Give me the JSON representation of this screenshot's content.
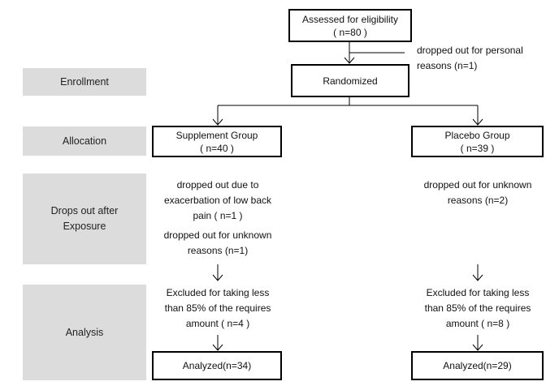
{
  "stages": {
    "enrollment": "Enrollment",
    "allocation": "Allocation",
    "drops_line1": "Drops out after",
    "drops_line2": "Exposure",
    "analysis": "Analysis"
  },
  "assessed": {
    "line1": "Assessed for eligibility",
    "line2": "( n=80 )"
  },
  "personal_dropout": {
    "line1": "dropped out  for personal",
    "line2": "reasons (n=1)"
  },
  "randomized": "Randomized",
  "supplement": {
    "title": "Supplement Group",
    "count": "( n=40 )",
    "drop_a": [
      "dropped out due to",
      "exacerbation of low back",
      "pain ( n=1 )"
    ],
    "drop_b": [
      "dropped out  for unknown",
      "reasons (n=1)"
    ],
    "excluded": [
      "Excluded for taking less",
      "than 85% of the requires",
      "amount ( n=4 )"
    ],
    "analyzed": "Analyzed(n=34)"
  },
  "placebo": {
    "title": "Placebo Group",
    "count": "( n=39 )",
    "drop": [
      "dropped out for unknown",
      "reasons (n=2)"
    ],
    "excluded": [
      "Excluded for taking less",
      "than 85% of the requires",
      "amount ( n=8 )"
    ],
    "analyzed": "Analyzed(n=29)"
  }
}
